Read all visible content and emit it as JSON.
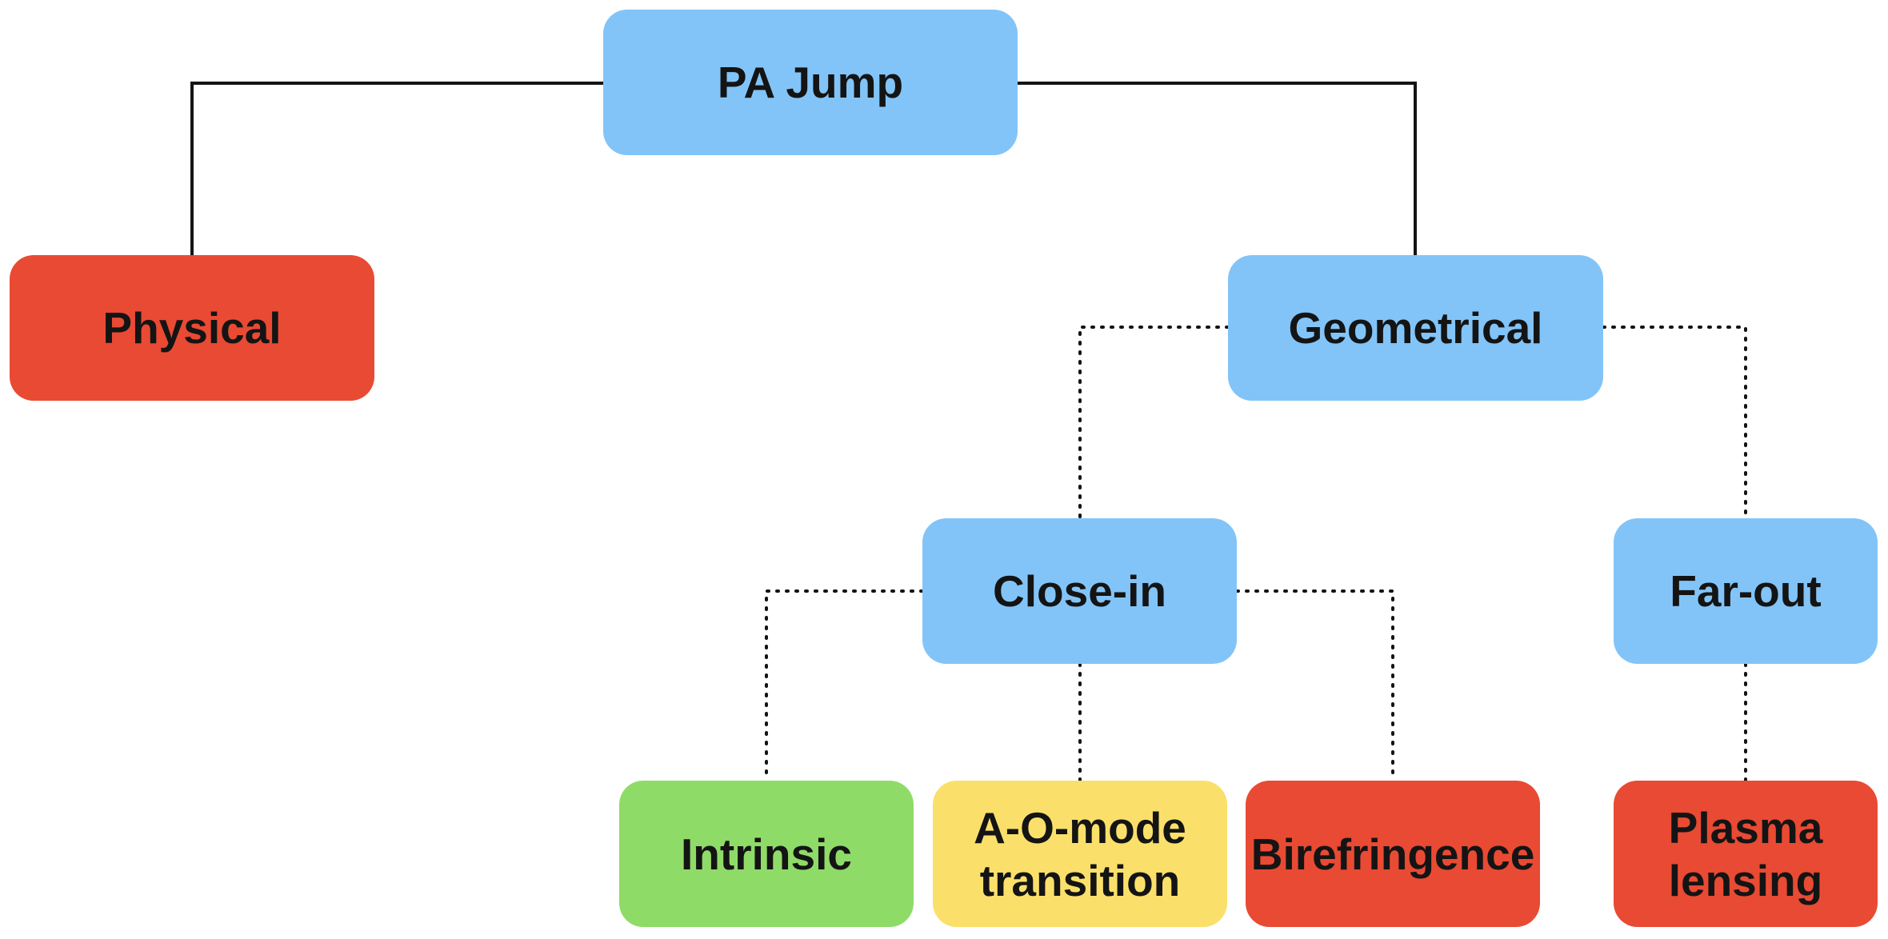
{
  "colors": {
    "blue": "#82c4f8",
    "red": "#e94a33",
    "green": "#8fdb68",
    "yellow": "#fae06a"
  },
  "nodes": {
    "root": {
      "label": "PA Jump",
      "color": "blue"
    },
    "physical": {
      "label": "Physical",
      "color": "red"
    },
    "geometrical": {
      "label": "Geometrical",
      "color": "blue"
    },
    "close_in": {
      "label": "Close-in",
      "color": "blue"
    },
    "far_out": {
      "label": "Far-out",
      "color": "blue"
    },
    "intrinsic": {
      "label": "Intrinsic",
      "color": "green"
    },
    "ao_mode": {
      "label_line1": "A-O-mode",
      "label_line2": "transition",
      "color": "yellow"
    },
    "birefringence": {
      "label": "Birefringence",
      "color": "red"
    },
    "plasma_lensing": {
      "label_line1": "Plasma",
      "label_line2": "lensing",
      "color": "red"
    }
  },
  "edges": [
    {
      "from": "root",
      "to": "physical",
      "style": "solid"
    },
    {
      "from": "root",
      "to": "geometrical",
      "style": "solid"
    },
    {
      "from": "geometrical",
      "to": "close_in",
      "style": "dotted"
    },
    {
      "from": "geometrical",
      "to": "far_out",
      "style": "dotted"
    },
    {
      "from": "close_in",
      "to": "intrinsic",
      "style": "dotted"
    },
    {
      "from": "close_in",
      "to": "ao_mode",
      "style": "dotted"
    },
    {
      "from": "close_in",
      "to": "birefringence",
      "style": "dotted"
    },
    {
      "from": "far_out",
      "to": "plasma_lensing",
      "style": "dotted"
    }
  ]
}
